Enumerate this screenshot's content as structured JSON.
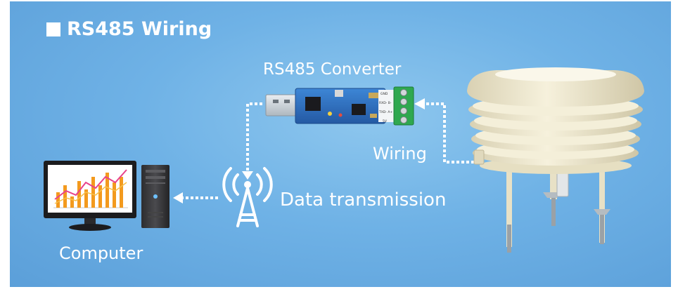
{
  "title": "RS485 Wiring",
  "labels": {
    "converter": "RS485 Converter",
    "wiring": "Wiring",
    "data_transmission": "Data transmission",
    "computer": "Computer"
  },
  "converter_terminals": [
    "GND",
    "RXD- B-",
    "TXD- A+",
    "5V"
  ],
  "icons": {
    "title_marker": "square-bullet-icon",
    "antenna": "wireless-antenna-icon",
    "arrow": "arrow-left-icon"
  },
  "colors": {
    "background": "#6fb2e6",
    "text": "#ffffff",
    "pcb": "#2f73c4",
    "terminal_block": "#2fa84f",
    "sensor_shell": "#ede6cc",
    "chart_orange": "#f39a1e",
    "chart_pink": "#e8428a"
  }
}
